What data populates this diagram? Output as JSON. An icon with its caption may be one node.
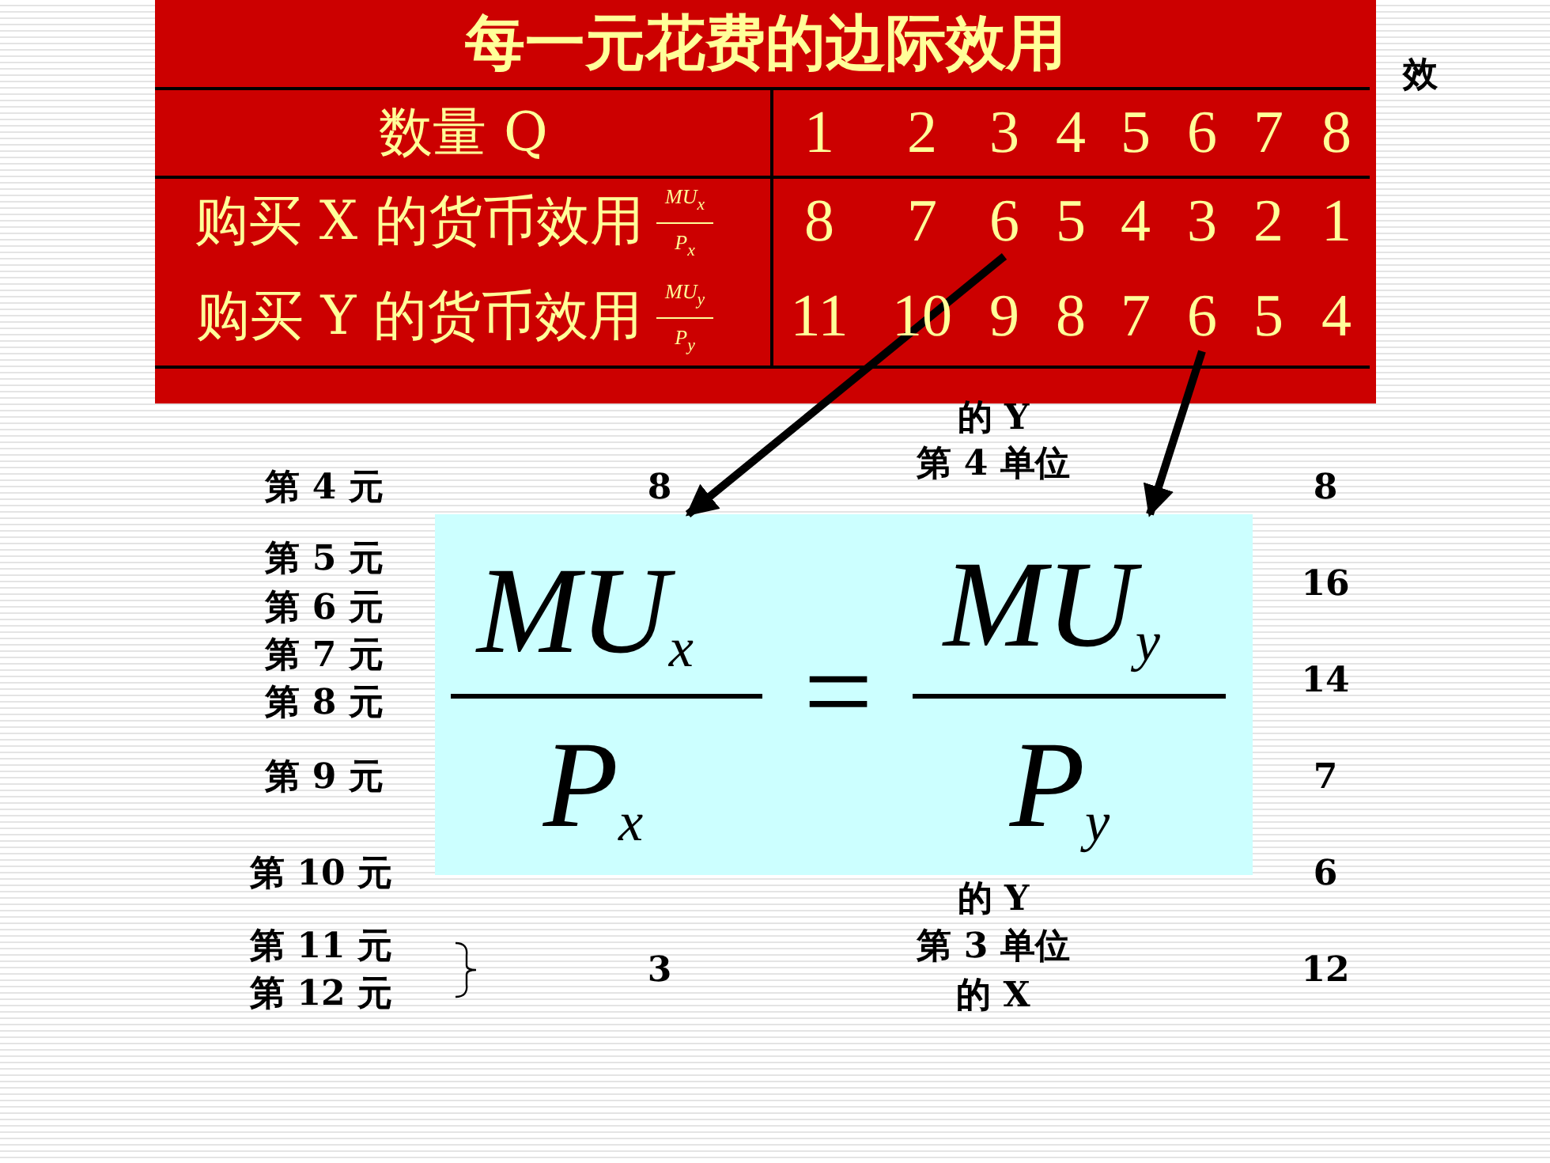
{
  "diagram": {
    "nodes": [
      {
        "text": [
          "每一元花费的边际效用"
        ]
      },
      {
        "text": [
          "6"
        ],
        "in": 0
      },
      {
        "text": [
          "6"
        ],
        "in": 0
      },
      {
        "text": [
          "MU$_{x}$",
          "P$_{x}$",
          "=",
          "MU$_{y}$",
          "P$_{y}$"
        ]
      }
    ],
    "edges": [
      {
        "from": 1,
        "to": 3,
        "arrow": "to"
      },
      {
        "from": 2,
        "to": 3,
        "arrow": "to"
      }
    ],
    "labels": [
      "数量 Q",
      "1",
      "2",
      "3",
      "4",
      "5",
      "6",
      "7",
      "8",
      "购买 X 的货币效用",
      "MU$_{x}$",
      "P$_{x}$",
      "8",
      "7",
      "5",
      "4",
      "3",
      "2",
      "1",
      "购买 Y 的货币效用",
      "MU$_{y}$",
      "P$_{y}$",
      "11",
      "10",
      "9",
      "8",
      "7",
      "5",
      "4",
      "效",
      "的 Y",
      "第 4 元",
      "8",
      "第 4 单位",
      "8",
      "第 5 元",
      "16",
      "第 6 元",
      "第 7 元",
      "14",
      "第 8 元",
      "第 9 元",
      "7",
      "第 10 元",
      "6",
      "的 Y",
      "第 11 元",
      "第 3 单位",
      "3",
      "12",
      "第 12 元",
      "的 X"
    ]
  }
}
